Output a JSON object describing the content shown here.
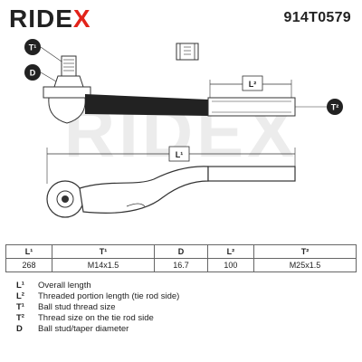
{
  "header": {
    "brand": "RIDEX",
    "part_number": "914T0579"
  },
  "drawing": {
    "watermark": "RIDEX",
    "callouts": {
      "t1": "T¹",
      "d": "D",
      "l2": "L²",
      "t2": "T²",
      "l1": "L¹"
    }
  },
  "table": {
    "headers": [
      "L¹",
      "T¹",
      "D",
      "L²",
      "T²"
    ],
    "values": [
      "268",
      "M14x1.5",
      "16.7",
      "100",
      "M25x1.5"
    ]
  },
  "legend": [
    {
      "key": "L¹",
      "text": "Overall length"
    },
    {
      "key": "L²",
      "text": "Threaded portion length (tie rod side)"
    },
    {
      "key": "T¹",
      "text": "Ball stud thread size"
    },
    {
      "key": "T²",
      "text": "Thread size on the tie rod side"
    },
    {
      "key": "D",
      "text": "Ball stud/taper diameter"
    }
  ]
}
